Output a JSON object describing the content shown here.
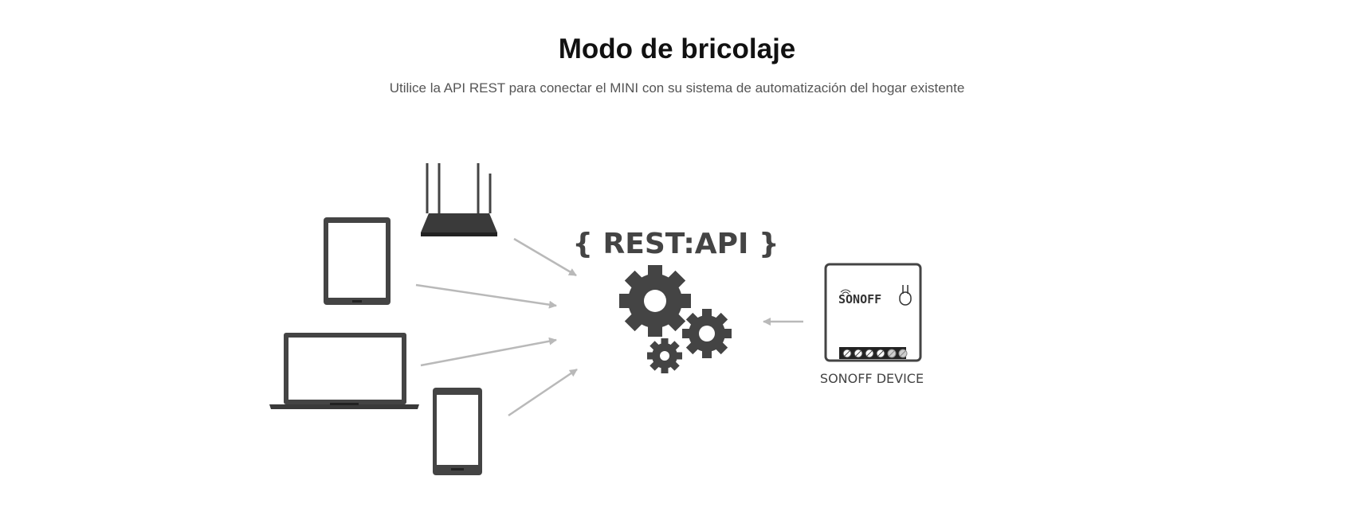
{
  "header": {
    "title": "Modo de bricolaje",
    "subtitle": "Utilice la API REST para conectar el MINI con su sistema de automatización del hogar existente"
  },
  "diagram": {
    "api_label": "{ REST:API }",
    "device_brand": "SONOFF",
    "device_label": "SONOFF DEVICE"
  },
  "colors": {
    "icon": "#444444",
    "arrow": "#b9b9b9",
    "title": "#111111",
    "subtitle": "#555555"
  }
}
